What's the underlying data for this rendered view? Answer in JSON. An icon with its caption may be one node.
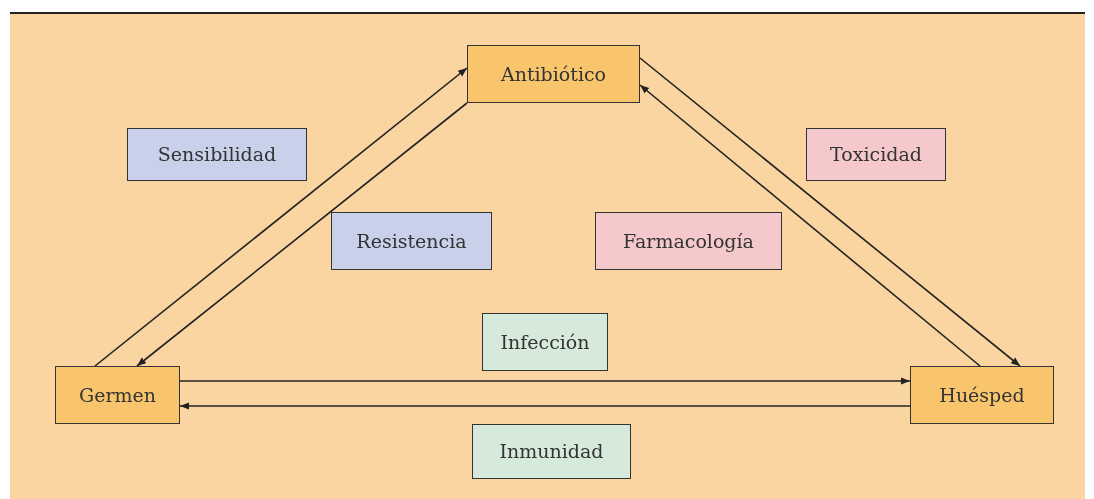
{
  "diagram": {
    "nodes": [
      {
        "text": [
          "Antibiótico"
        ]
      },
      {
        "text": [
          "Sensibilidad"
        ]
      },
      {
        "text": [
          "Toxicidad"
        ]
      },
      {
        "text": [
          "Resistencia"
        ]
      },
      {
        "text": [
          "Farmacología"
        ]
      },
      {
        "text": [
          "Infección"
        ]
      },
      {
        "text": [
          "Germen"
        ]
      },
      {
        "text": [
          "Huésped"
        ]
      },
      {
        "text": [
          "Inmunidad"
        ]
      }
    ],
    "edges": [
      {
        "from": 6,
        "to": 0,
        "arrow": "to"
      },
      {
        "from": 0,
        "to": 6,
        "arrow": "to"
      },
      {
        "from": 0,
        "to": 7,
        "arrow": "to"
      },
      {
        "from": 7,
        "to": 0,
        "arrow": "to"
      },
      {
        "from": 6,
        "to": 7,
        "arrow": "to"
      },
      {
        "from": 7,
        "to": 6,
        "arrow": "to"
      }
    ]
  }
}
